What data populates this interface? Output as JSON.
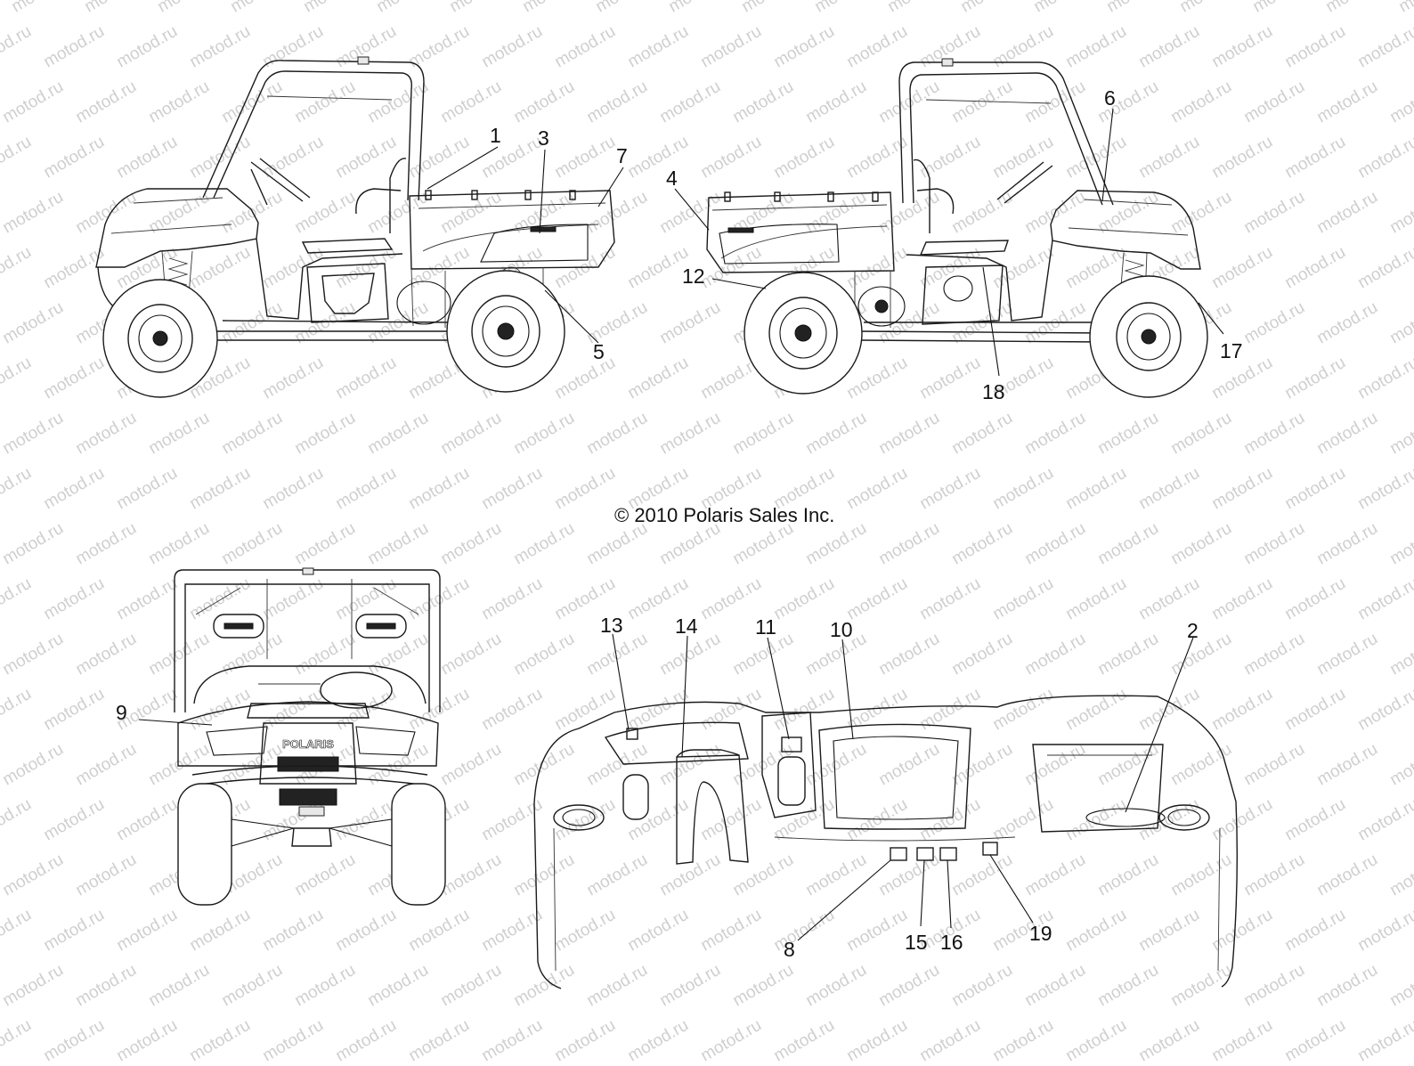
{
  "watermark": "motod.ru",
  "copyright": "© 2010 Polaris Sales Inc.",
  "brand_text": "POLARIS",
  "callouts": {
    "c1": "1",
    "c2": "2",
    "c3": "3",
    "c4": "4",
    "c5": "5",
    "c6": "6",
    "c7": "7",
    "c8": "8",
    "c9": "9",
    "c10": "10",
    "c11": "11",
    "c12": "12",
    "c13": "13",
    "c14": "14",
    "c15": "15",
    "c16": "16",
    "c17": "17",
    "c18": "18",
    "c19": "19"
  }
}
